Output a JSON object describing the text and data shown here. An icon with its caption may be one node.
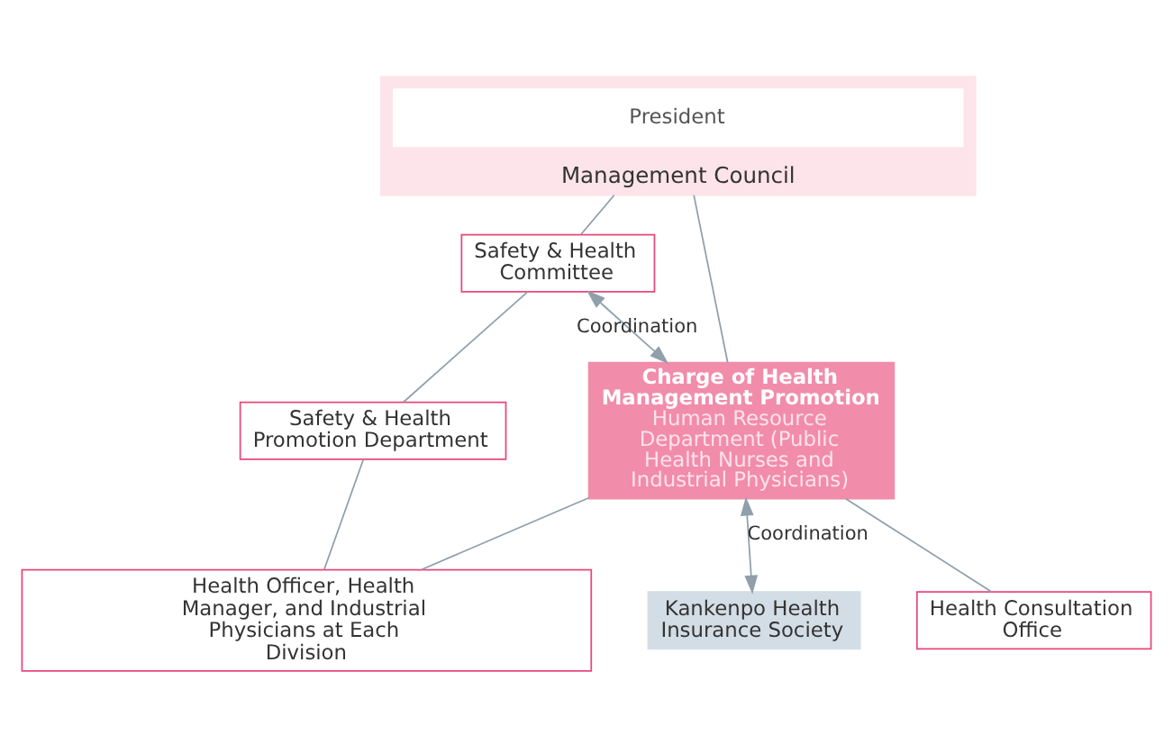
{
  "diagram": {
    "nodes": [
      {
        "text": [
          "Management Council"
        ]
      },
      {
        "text": [
          "President"
        ],
        "in": 0
      },
      {
        "text": [
          "Safety & Health Committee"
        ]
      },
      {
        "text": [
          "Charge of Health Management Promotion",
          "Human Resource Department (Public Health Nurses and Industrial Physicians)"
        ]
      },
      {
        "text": [
          "Health Consultation Office"
        ]
      },
      {
        "text": [
          "Safety & Health Promotion Department"
        ]
      },
      {
        "text": [
          "Health Officer, Health Manager, and Industrial Physicians at Each Division"
        ]
      },
      {
        "text": [
          "Kankenpo Health Insurance Society"
        ]
      }
    ],
    "edges": [
      {
        "from": 0,
        "to": 2,
        "arrow": "none"
      },
      {
        "from": 0,
        "to": 3,
        "arrow": "none"
      },
      {
        "from": 2,
        "to": 3,
        "arrow": "both",
        "label": "Coordination"
      },
      {
        "from": 3,
        "to": 4,
        "arrow": "none"
      },
      {
        "from": 2,
        "to": 5,
        "arrow": "none"
      },
      {
        "from": 5,
        "to": 6,
        "arrow": "none"
      },
      {
        "from": 3,
        "to": 6,
        "arrow": "none"
      },
      {
        "from": 3,
        "to": 7,
        "arrow": "both",
        "label": "Coordination"
      }
    ]
  }
}
